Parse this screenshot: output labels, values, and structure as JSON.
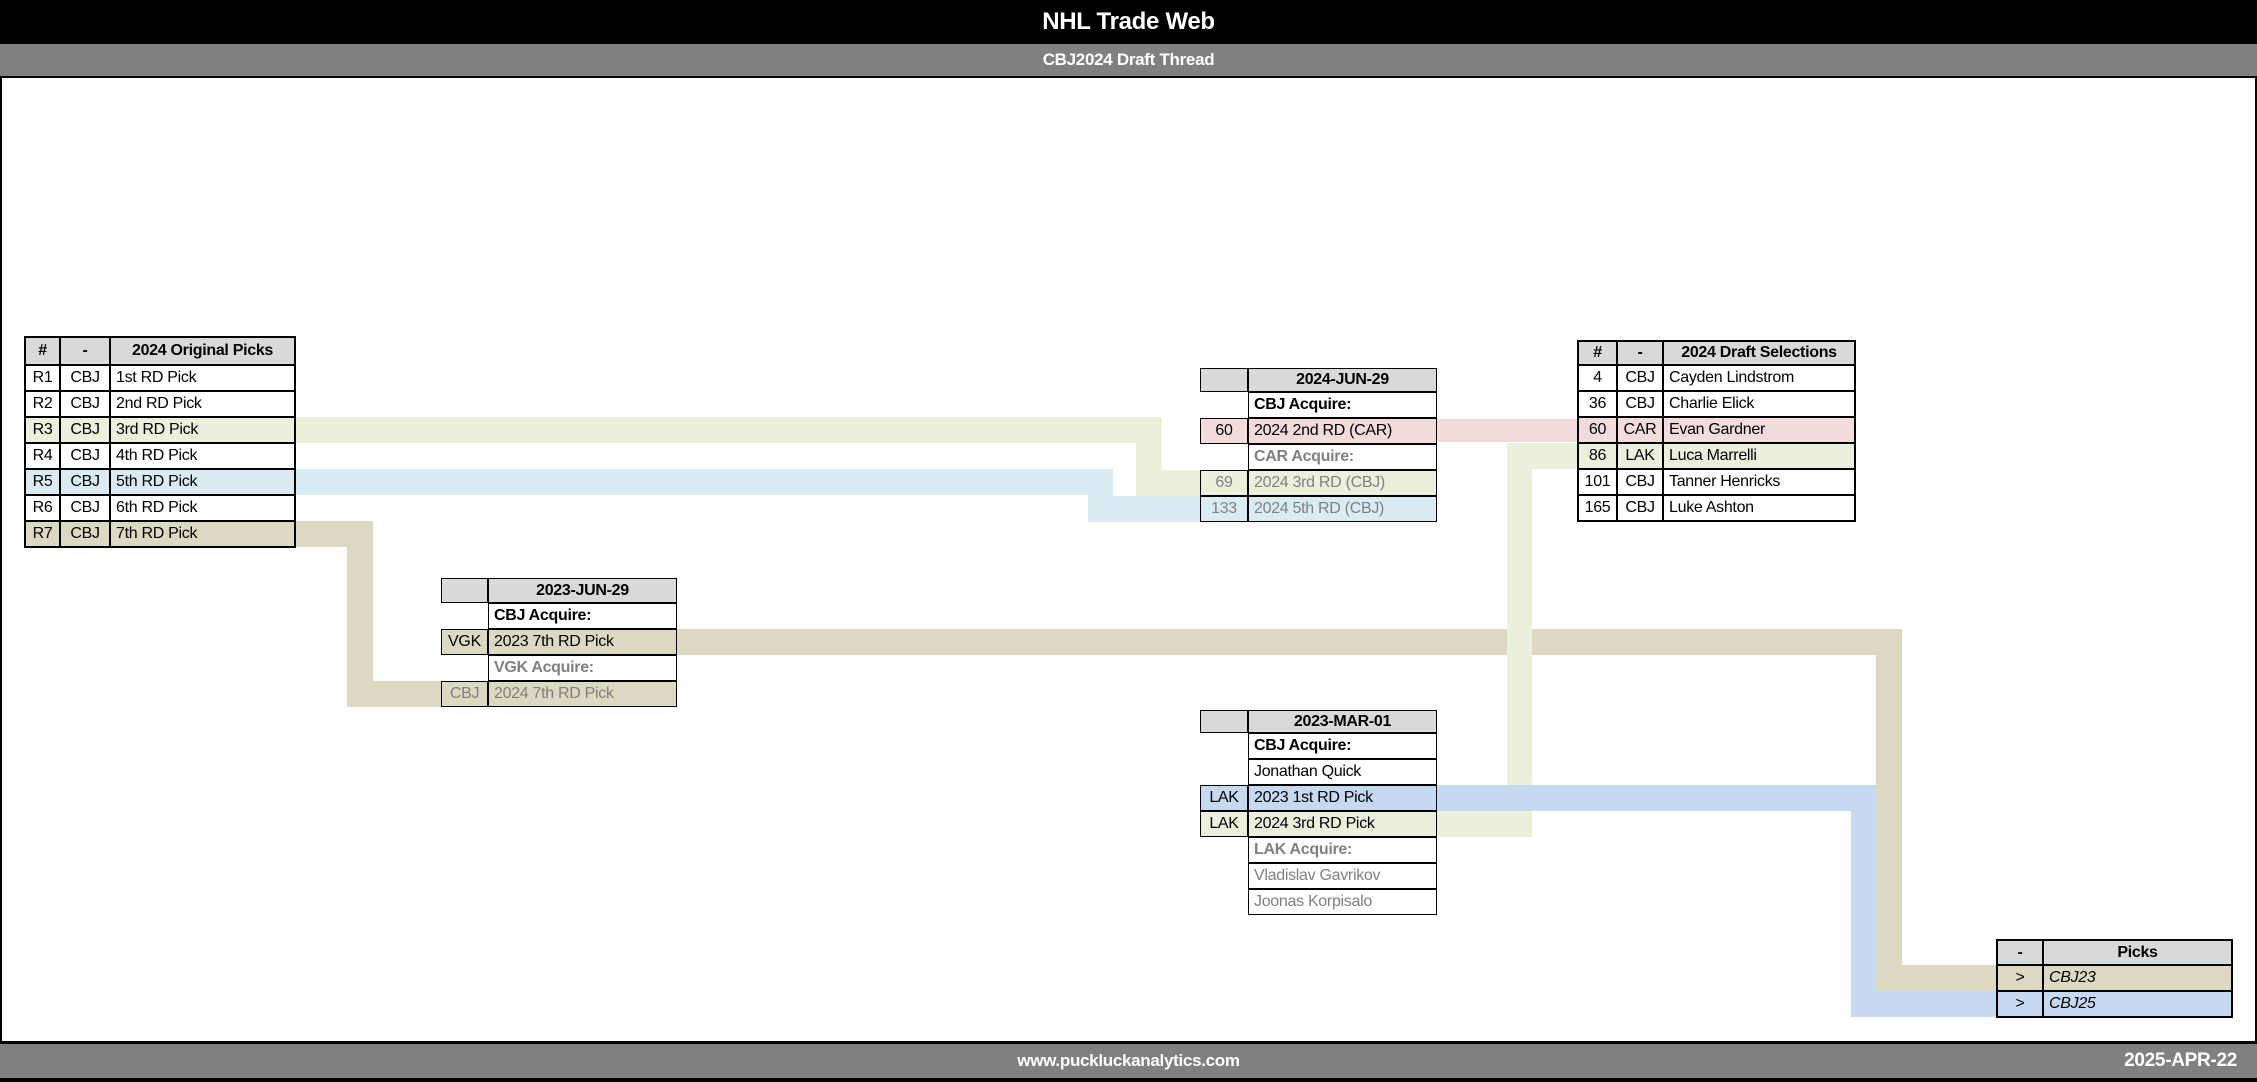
{
  "title_bar": {
    "title": "NHL Trade Web"
  },
  "subtitle_bar": {
    "subtitle": "CBJ2024 Draft Thread"
  },
  "footer_bar": {
    "website": "www.puckluckanalytics.com",
    "date": "2025-APR-22"
  },
  "colors": {
    "pale_green": "#ebf0dc",
    "pale_blue": "#d9ecf4",
    "tan": "#ddd8c2",
    "pink": "#f2dcdb",
    "medium_blue": "#c5d9f1",
    "header_gray": "#d9d9d9",
    "bar_gray": "#808080",
    "black": "#000000",
    "gray_text": "#808080"
  },
  "tables": {
    "original_picks": {
      "headers": [
        "#",
        "-",
        "2024 Original Picks"
      ],
      "rows": [
        {
          "num": "R1",
          "team": "CBJ",
          "desc": "1st RD Pick",
          "highlight": "none"
        },
        {
          "num": "R2",
          "team": "CBJ",
          "desc": "2nd RD Pick",
          "highlight": "none"
        },
        {
          "num": "R3",
          "team": "CBJ",
          "desc": "3rd RD Pick",
          "highlight": "pale_green"
        },
        {
          "num": "R4",
          "team": "CBJ",
          "desc": "4th RD Pick",
          "highlight": "none"
        },
        {
          "num": "R5",
          "team": "CBJ",
          "desc": "5th RD Pick",
          "highlight": "pale_blue"
        },
        {
          "num": "R6",
          "team": "CBJ",
          "desc": "6th RD Pick",
          "highlight": "none"
        },
        {
          "num": "R7",
          "team": "CBJ",
          "desc": "7th RD Pick",
          "highlight": "tan"
        }
      ]
    },
    "trade_2024_jun29": {
      "date": "2024-JUN-29",
      "rows": [
        {
          "num": "",
          "desc": "CBJ Acquire:"
        },
        {
          "num": "60",
          "desc": "2024 2nd RD (CAR)"
        },
        {
          "num": "",
          "desc": "CAR Acquire:"
        },
        {
          "num": "69",
          "desc": "2024 3rd RD (CBJ)"
        },
        {
          "num": "133",
          "desc": "2024 5th RD (CBJ)"
        }
      ]
    },
    "trade_2023_jun29": {
      "date": "2023-JUN-29",
      "rows": [
        {
          "num": "",
          "desc": "CBJ Acquire:"
        },
        {
          "num": "VGK",
          "desc": "2023 7th RD Pick"
        },
        {
          "num": "",
          "desc": "VGK Acquire:"
        },
        {
          "num": "CBJ",
          "desc": "2024 7th RD Pick"
        }
      ]
    },
    "trade_2023_mar01": {
      "date": "2023-MAR-01",
      "rows": [
        {
          "num": "",
          "desc": "CBJ Acquire:"
        },
        {
          "num": "",
          "desc": "Jonathan Quick"
        },
        {
          "num": "LAK",
          "desc": "2023 1st RD Pick"
        },
        {
          "num": "LAK",
          "desc": "2024 3rd RD Pick"
        },
        {
          "num": "",
          "desc": "LAK Acquire:"
        },
        {
          "num": "",
          "desc": "Vladislav Gavrikov"
        },
        {
          "num": "",
          "desc": "Joonas Korpisalo"
        }
      ]
    },
    "draft_selections": {
      "headers": [
        "#",
        "-",
        "2024 Draft Selections"
      ],
      "rows": [
        {
          "num": "4",
          "team": "CBJ",
          "player": "Cayden Lindstrom",
          "highlight": "none"
        },
        {
          "num": "36",
          "team": "CBJ",
          "player": "Charlie Elick",
          "highlight": "none"
        },
        {
          "num": "60",
          "team": "CAR",
          "player": "Evan Gardner",
          "highlight": "pink"
        },
        {
          "num": "86",
          "team": "LAK",
          "player": "Luca Marrelli",
          "highlight": "pale_green"
        },
        {
          "num": "101",
          "team": "CBJ",
          "player": "Tanner Henricks",
          "highlight": "none"
        },
        {
          "num": "165",
          "team": "CBJ",
          "player": "Luke Ashton",
          "highlight": "none"
        }
      ]
    },
    "picks": {
      "headers": [
        "-",
        "Picks"
      ],
      "rows": [
        {
          "num": ">",
          "desc": "CBJ23",
          "highlight": "tan"
        },
        {
          "num": ">",
          "desc": "CBJ25",
          "highlight": "medium_blue"
        }
      ]
    }
  },
  "connectors": [
    {
      "color": "pale_green",
      "from": "2024 Original Picks R3 3rd RD Pick",
      "to": "2024-JUN-29 pick 69 2024 3rd RD (CBJ)"
    },
    {
      "color": "pale_blue",
      "from": "2024 Original Picks R5 5th RD Pick",
      "to": "2024-JUN-29 pick 133 2024 5th RD (CBJ)"
    },
    {
      "color": "tan",
      "from": "2024 Original Picks R7 7th RD Pick",
      "to": "2023-JUN-29 2024 7th RD Pick (VGK Acquire)"
    },
    {
      "color": "tan",
      "from": "2023-JUN-29 2023 7th RD Pick (VGK)",
      "to": "Picks CBJ23"
    },
    {
      "color": "pink",
      "from": "2024-JUN-29 2024 2nd RD (CAR)",
      "to": "2024 Draft Selections 60 CAR Evan Gardner"
    },
    {
      "color": "pale_green",
      "from": "2023-MAR-01 2024 3rd RD Pick (LAK)",
      "to": "2024 Draft Selections 86 LAK Luca Marrelli"
    },
    {
      "color": "medium_blue",
      "from": "2023-MAR-01 2023 1st RD Pick (LAK)",
      "to": "Picks CBJ25"
    }
  ]
}
